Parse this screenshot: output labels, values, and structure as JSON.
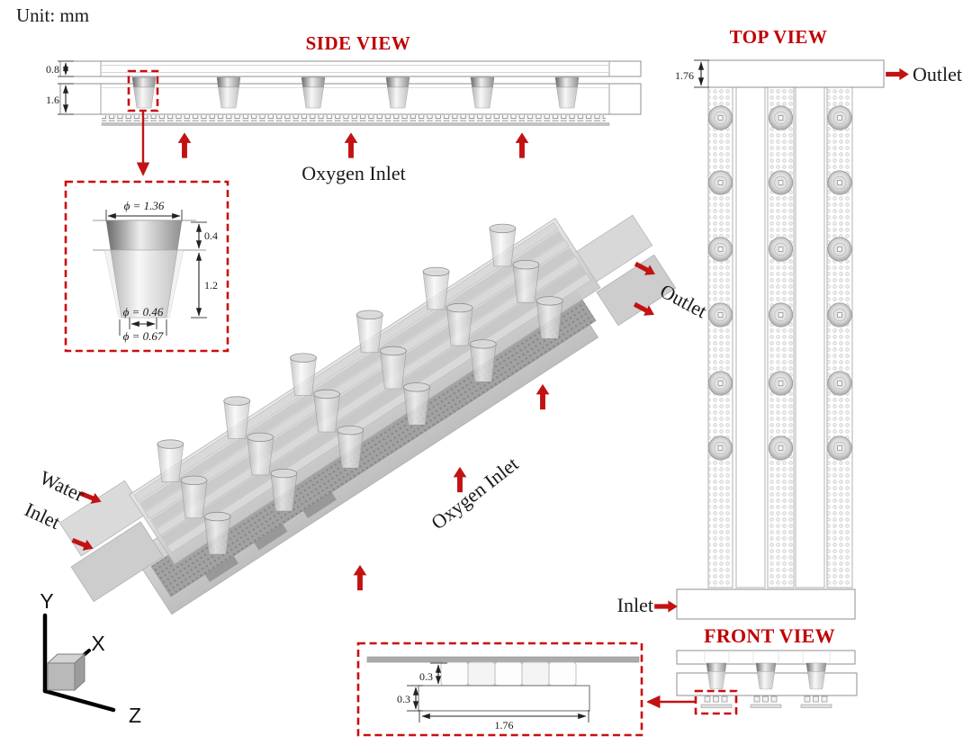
{
  "page": {
    "unit_label": "Unit: mm",
    "background": "#ffffff"
  },
  "colors": {
    "accent_red": "#c00000",
    "arrow_red": "#c21212",
    "line_gray": "#9a9a9a",
    "text_black": "#1a1a1a"
  },
  "side_view": {
    "title": "SIDE VIEW",
    "top_plate_thickness": "0.8",
    "channel_depth": "1.6",
    "oxygen_inlet_label": "Oxygen Inlet",
    "cone_count": 6
  },
  "cone_detail": {
    "top_diameter": "ϕ = 1.36",
    "upper_height": "0.4",
    "lower_height": "1.2",
    "inner_diameter": "ϕ = 0.46",
    "outer_diameter": "ϕ = 0.67"
  },
  "top_view": {
    "title": "TOP VIEW",
    "manifold_width": "1.76",
    "outlet_label": "Outlet",
    "inlet_label": "Inlet",
    "channel_count": 3,
    "cone_rows": 6
  },
  "front_view": {
    "title": "FRONT VIEW",
    "cone_count": 3
  },
  "front_detail": {
    "post_height": "0.3",
    "base_height": "0.3",
    "base_width": "1.76"
  },
  "iso_view": {
    "water_inlet_line1": "Water",
    "water_inlet_line2": "Inlet",
    "outlet_label": "Outlet",
    "oxygen_inlet_label": "Oxygen Inlet",
    "cone_rows": 3,
    "cone_columns": 6
  },
  "axes": {
    "x_label": "X",
    "y_label": "Y",
    "z_label": "Z"
  }
}
